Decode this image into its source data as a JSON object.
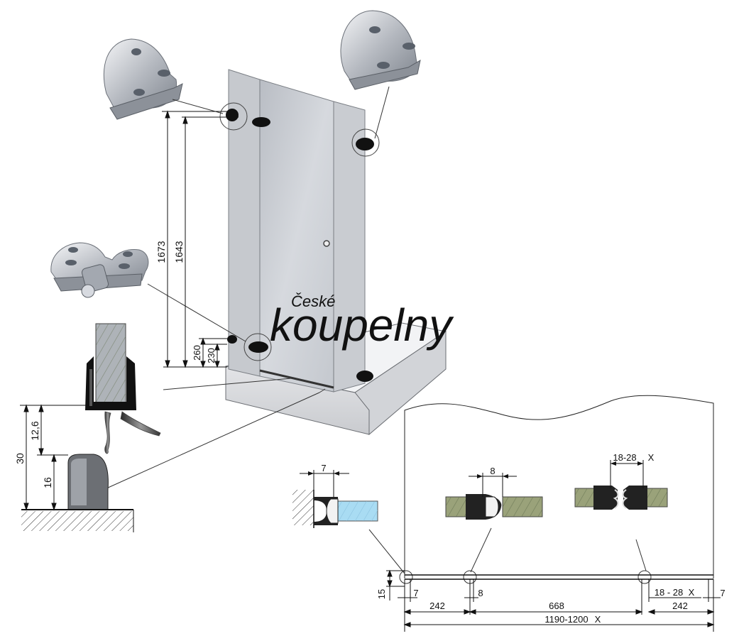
{
  "watermark": {
    "line1": "České",
    "line2": "koupelny"
  },
  "elevation": {
    "dimensions": {
      "h1673": "1673",
      "h1643": "1643",
      "h260": "260",
      "h230": "230"
    }
  },
  "seal_detail": {
    "dimensions": {
      "d30": "30",
      "d12_6": "12,6",
      "d16": "16"
    }
  },
  "seal_profiles": {
    "wall_profile_width": "7",
    "fixed_to_door_gap": "8",
    "magnetic_gap": "18-28",
    "magnetic_gap_suffix": "X"
  },
  "plan": {
    "dimensions": {
      "d15": "15",
      "d7_left": "7",
      "d8": "8",
      "d18_28": "18 - 28",
      "d18_28_suffix": "X",
      "d7_right": "7",
      "d242_left": "242",
      "d668": "668",
      "d242_right": "242",
      "total": "1190-1200",
      "total_suffix": "X"
    }
  }
}
